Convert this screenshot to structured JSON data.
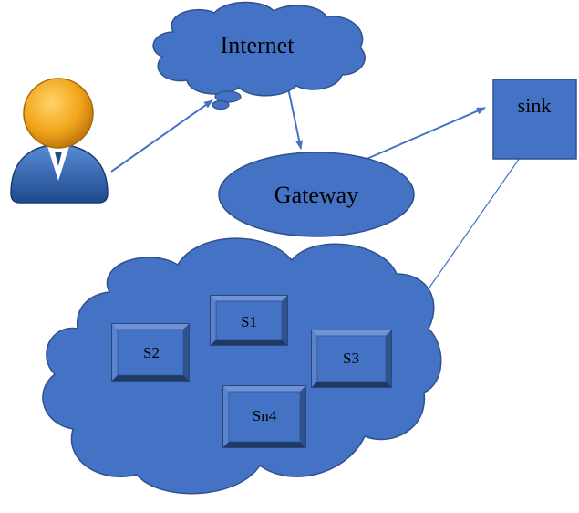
{
  "colors": {
    "fill": "#4472C4",
    "stroke": "#2F528F",
    "bevel_light": "#6F93D6",
    "bevel_dark": "#1F3864",
    "text": "#000000",
    "avatar_head": "#F2A51A",
    "avatar_body": "#2E5FA8",
    "avatar_shirt": "#FFFFFF"
  },
  "internet": {
    "label": "Internet",
    "icon": "cloud-shape"
  },
  "gateway": {
    "label": "Gateway",
    "icon": "ellipse-shape"
  },
  "sink": {
    "label": "sink",
    "icon": "square-shape"
  },
  "user": {
    "icon": "user-avatar-icon"
  },
  "network": {
    "icon": "cloud-shape",
    "nodes": [
      {
        "id": "s1",
        "label": "S1"
      },
      {
        "id": "s2",
        "label": "S2"
      },
      {
        "id": "s3",
        "label": "S3"
      },
      {
        "id": "sn4",
        "label": "Sn4"
      }
    ]
  }
}
